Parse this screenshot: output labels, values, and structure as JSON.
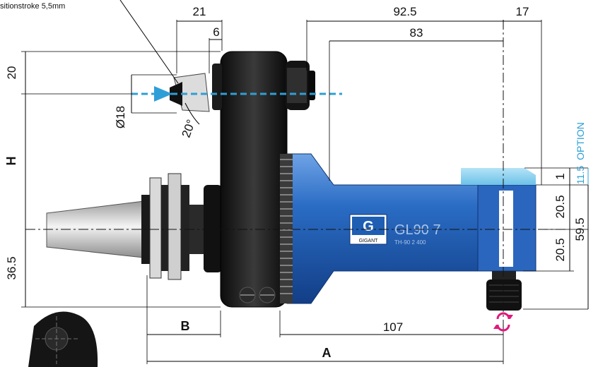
{
  "annotation": {
    "text": "sitionstroke 5,5mm"
  },
  "dimensions": {
    "top": {
      "d21": "21",
      "d6": "6",
      "d92_5": "92.5",
      "d83": "83",
      "d17": "17"
    },
    "left": {
      "d20": "20",
      "h": "H",
      "d36_5": "36.5"
    },
    "diameter": "Ø18",
    "angle": "20°",
    "right": {
      "d1": "1",
      "d11_5": "11.5",
      "option": "OPTION",
      "d20_5_top": "20.5",
      "d20_5_bottom": "20.5",
      "d59_5": "59.5"
    },
    "bottom": {
      "b": "B",
      "d107": "107",
      "a": "A"
    }
  },
  "product": {
    "logo_letter": "G",
    "brand": "GIGANT",
    "model": "GL90   7",
    "sub": "TH-90   2   400"
  },
  "colors": {
    "body_blue": "#1e5fb3",
    "cyan_marker": "#2e9fd6",
    "option_fill": "#8ed3f0",
    "rotation_marker": "#e2187d"
  },
  "icons": {
    "tool_arrow": "arrow-right-icon",
    "rotation": "rotation-arrows-icon"
  }
}
